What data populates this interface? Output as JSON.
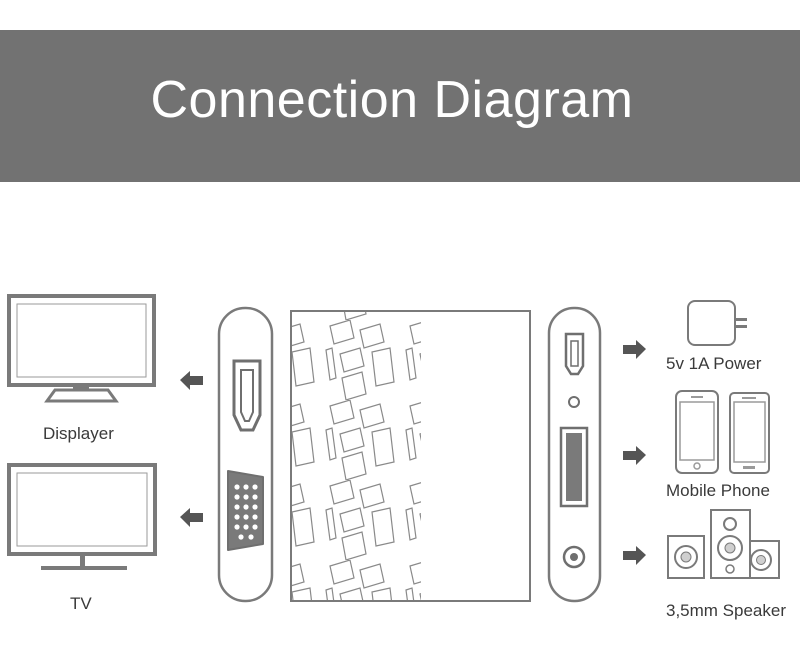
{
  "title": "Connection Diagram",
  "labels": {
    "displayer": "Displayer",
    "tv": "TV",
    "power": "5v 1A Power",
    "phone": "Mobile Phone",
    "speaker": "3,5mm Speaker"
  },
  "colors": {
    "header_bg": "#727272",
    "stroke": "#7a7a7a",
    "arrow": "#555555",
    "text": "#3a3a3a"
  },
  "icons": [
    "monitor-icon",
    "tv-icon",
    "hdmi-port-icon",
    "vga-port-icon",
    "usb-port-icon",
    "audio-jack-icon",
    "power-adapter-icon",
    "phone-icon",
    "speaker-icon",
    "arrow-icon"
  ]
}
